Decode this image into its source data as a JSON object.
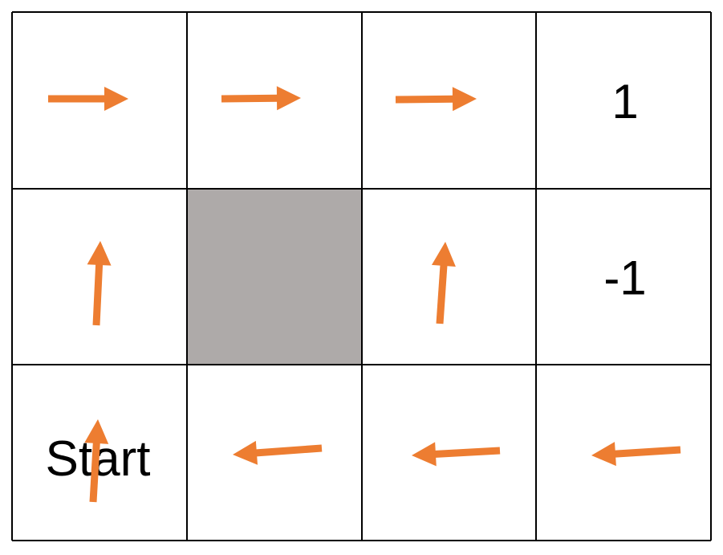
{
  "grid": {
    "rows": 3,
    "cols": 4,
    "colors": {
      "line": "#000000",
      "arrow": "#ED7D31",
      "wall": "#AEAAA9",
      "background": "#FFFFFF",
      "text": "#000000"
    },
    "cells": [
      {
        "row": 0,
        "col": 0,
        "type": "policy",
        "action": "right"
      },
      {
        "row": 0,
        "col": 1,
        "type": "policy",
        "action": "right"
      },
      {
        "row": 0,
        "col": 2,
        "type": "policy",
        "action": "right"
      },
      {
        "row": 0,
        "col": 3,
        "type": "terminal",
        "text": "1"
      },
      {
        "row": 1,
        "col": 0,
        "type": "policy",
        "action": "up"
      },
      {
        "row": 1,
        "col": 1,
        "type": "wall"
      },
      {
        "row": 1,
        "col": 2,
        "type": "policy",
        "action": "up"
      },
      {
        "row": 1,
        "col": 3,
        "type": "terminal",
        "text": "-1"
      },
      {
        "row": 2,
        "col": 0,
        "type": "policy",
        "action": "up",
        "text": "Start"
      },
      {
        "row": 2,
        "col": 1,
        "type": "policy",
        "action": "left"
      },
      {
        "row": 2,
        "col": 2,
        "type": "policy",
        "action": "left"
      },
      {
        "row": 2,
        "col": 3,
        "type": "policy",
        "action": "left"
      }
    ]
  }
}
